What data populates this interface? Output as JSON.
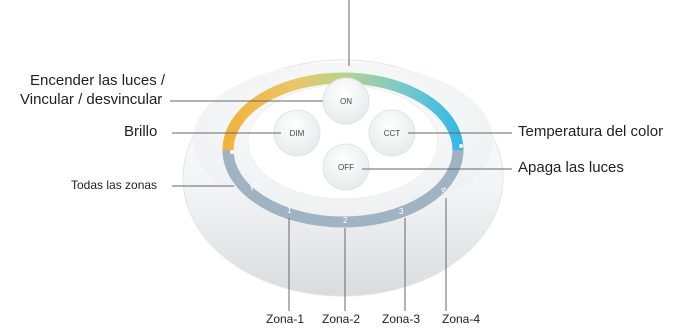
{
  "device": {
    "buttons": {
      "on": "ON",
      "dim": "DIM",
      "cct": "CCT",
      "off": "OFF"
    },
    "ring_marks": {
      "all": "All",
      "z1": "1",
      "z2": "2",
      "z3": "3",
      "z4": "4"
    },
    "colors": {
      "warm": "#f2b33a",
      "cool": "#34b9e6",
      "mid": "#b8d38a",
      "ring_gray": "#9fb3c3"
    }
  },
  "labels": {
    "on_line1": "Encender las luces /",
    "on_line2": "Vincular / desvincular",
    "brillo": "Brillo",
    "todas": "Todas las zonas",
    "temperatura": "Temperatura del color",
    "apaga": "Apaga las luces",
    "zona1": "Zona-1",
    "zona2": "Zona-2",
    "zona3": "Zona-3",
    "zona4": "Zona-4"
  }
}
